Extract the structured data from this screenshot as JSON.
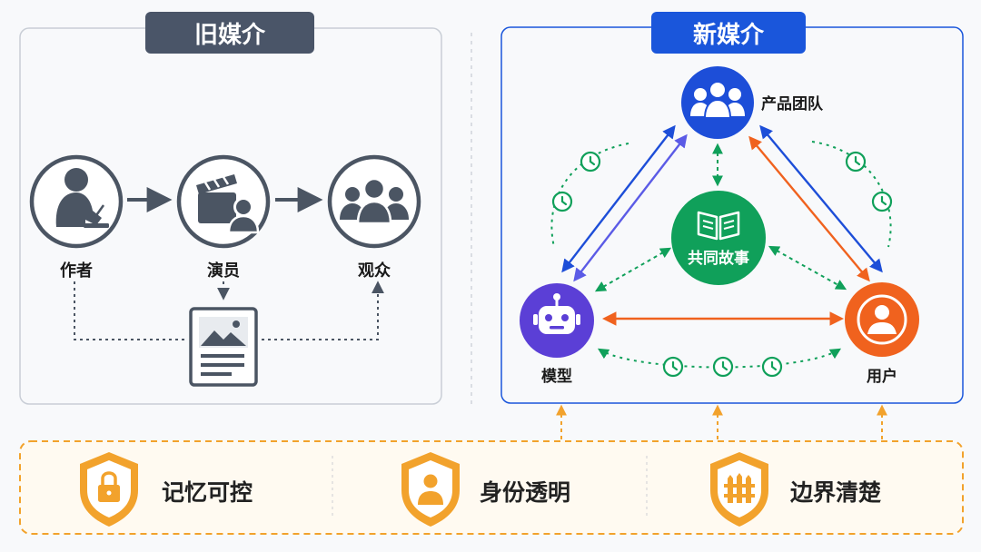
{
  "old_media": {
    "title": "旧媒介",
    "nodes": {
      "author": "作者",
      "actor": "演员",
      "audience": "观众"
    },
    "icons": [
      "writer-icon",
      "clapperboard-icon",
      "audience-icon",
      "image-document-icon"
    ]
  },
  "new_media": {
    "title": "新媒介",
    "nodes": {
      "team": "产品团队",
      "story": "共同故事",
      "model": "模型",
      "user": "用户"
    },
    "icons": [
      "team-icon",
      "book-icon",
      "robot-icon",
      "user-icon",
      "clock-icon"
    ]
  },
  "principles": [
    {
      "label": "记忆可控",
      "icon": "lock-shield-icon"
    },
    {
      "label": "身份透明",
      "icon": "person-shield-icon"
    },
    {
      "label": "边界清楚",
      "icon": "fence-shield-icon"
    }
  ],
  "colors": {
    "old_tag": "#4a5568",
    "new_tag": "#1a56db",
    "slate": "#4b5563",
    "blue": "#1d4ed8",
    "violet": "#5b5be6",
    "green": "#10a05a",
    "orange": "#f0621e",
    "gold": "#f2a22c"
  }
}
